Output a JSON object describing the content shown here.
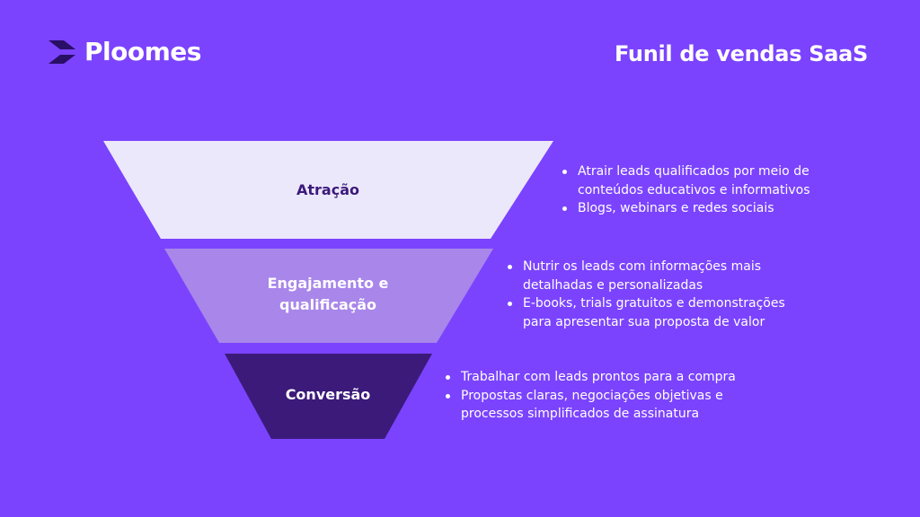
{
  "brand": {
    "name": "Ploomes",
    "logo_icon": "ploomes-arrow-icon"
  },
  "title": "Funil de vendas SaaS",
  "colors": {
    "background": "#7b43fe",
    "stage_1_fill": "#ece8fb",
    "stage_2_fill": "#a886ea",
    "stage_3_fill": "#3b1a7a",
    "logo_mark": "#2a0f66"
  },
  "stages": [
    {
      "label": "Atração",
      "notes": [
        "Atrair leads qualificados por meio de conteúdos educativos e informativos",
        "Blogs, webinars e redes sociais"
      ]
    },
    {
      "label": "Engajamento e qualificação",
      "notes": [
        "Nutrir os leads com informações mais detalhadas e personalizadas",
        "E-books, trials gratuitos e demonstrações para apresentar sua proposta de valor"
      ]
    },
    {
      "label": "Conversão",
      "notes": [
        "Trabalhar com leads prontos para a compra",
        "Propostas claras, negociações objetivas e processos simplificados de assinatura"
      ]
    }
  ]
}
